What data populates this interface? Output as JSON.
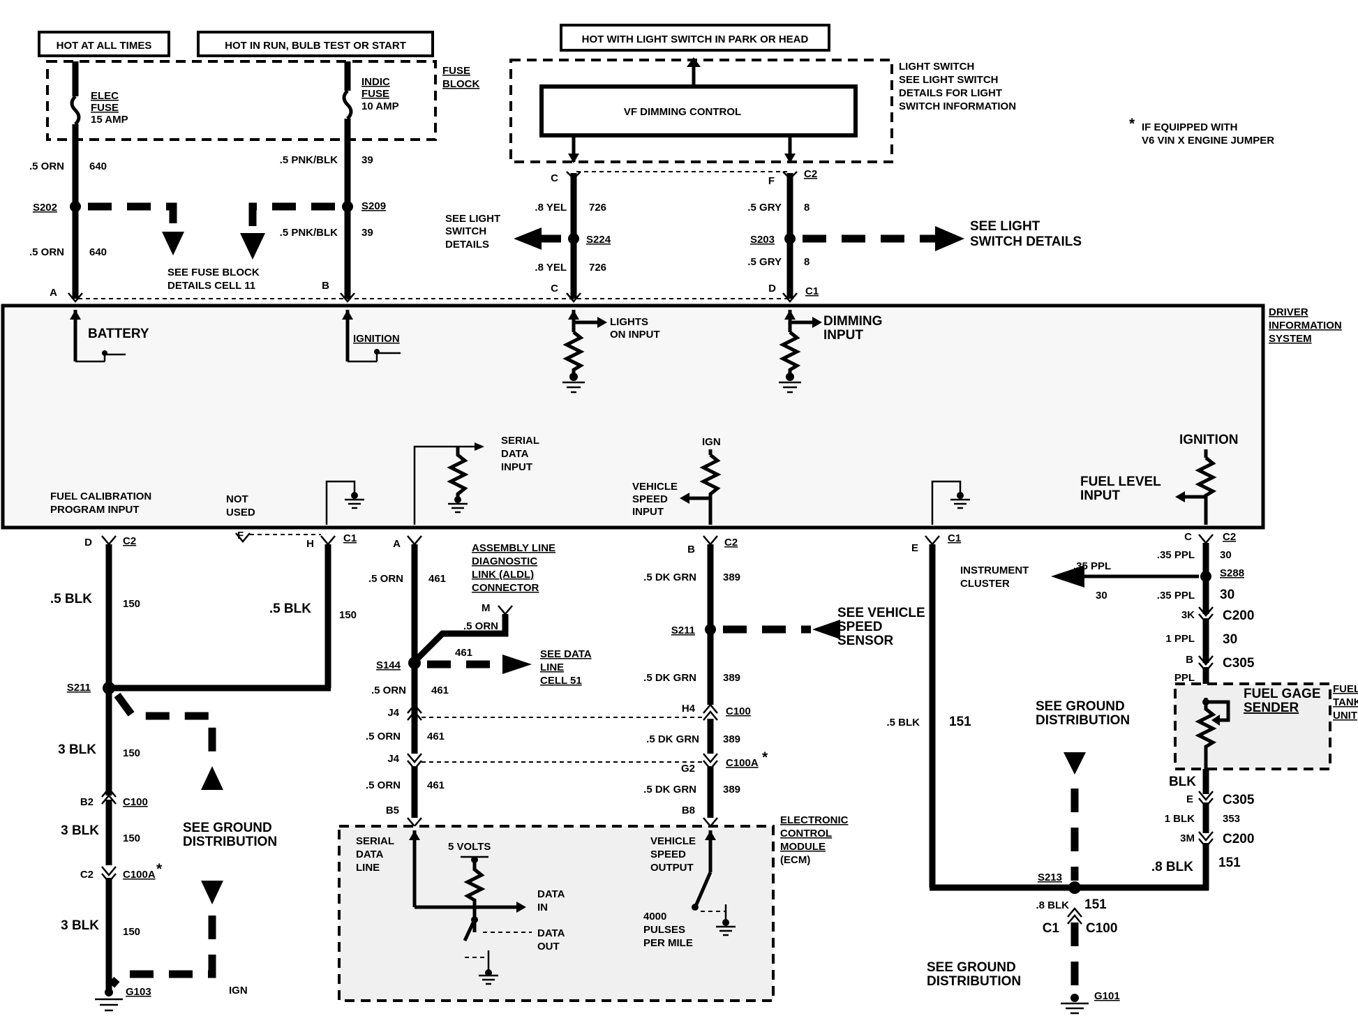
{
  "title_boxes": {
    "hot_at_all_times": "HOT AT ALL TIMES",
    "hot_in_run": "HOT IN RUN, BULB TEST OR START",
    "hot_with_light_switch": "HOT WITH LIGHT SWITCH IN PARK OR HEAD"
  },
  "fuse_block": {
    "label_1": "FUSE",
    "label_2": "BLOCK",
    "elec_fuse": [
      "ELEC",
      "FUSE",
      "15 AMP"
    ],
    "indic_fuse": [
      "INDIC",
      "FUSE",
      "10 AMP"
    ]
  },
  "light_switch": {
    "vf_dimming_control": "VF DIMMING CONTROL",
    "label": [
      "LIGHT SWITCH",
      "SEE LIGHT SWITCH",
      "DETAILS FOR LIGHT",
      "SWITCH INFORMATION"
    ]
  },
  "footnote": [
    "IF EQUIPPED WITH",
    "V6 VIN X ENGINE JUMPER"
  ],
  "footnote_star": "*",
  "wires_top": {
    "orn_640_a": ".5 ORN",
    "c640_a": "640",
    "orn_640_b": ".5 ORN",
    "c640_b": "640",
    "pnk_39_a": ".5 PNK/BLK",
    "c39_a": "39",
    "pnk_39_b": ".5 PNK/BLK",
    "c39_b": "39",
    "yel_726_a": ".8 YEL",
    "c726_a": "726",
    "yel_726_b": ".8 YEL",
    "c726_b": "726",
    "gry_8_a": ".5 GRY",
    "c8_a": "8",
    "gry_8_b": ".5 GRY",
    "c8_b": "8"
  },
  "splices": {
    "s202": "S202",
    "s209": "S209",
    "s224": "S224",
    "s203": "S203",
    "s211_left": "S211",
    "s144": "S144",
    "s211_mid": "S211",
    "s288": "S288",
    "s213": "S213"
  },
  "refs": {
    "fuse_block_details": [
      "SEE FUSE BLOCK",
      "DETAILS CELL 11"
    ],
    "light_switch_details_left": [
      "SEE LIGHT",
      "SWITCH",
      "DETAILS"
    ],
    "light_switch_details_right": [
      "SEE LIGHT",
      "SWITCH DETAILS"
    ],
    "vehicle_speed_sensor": [
      "SEE VEHICLE",
      "SPEED",
      "SENSOR"
    ],
    "data_line": [
      "SEE DATA",
      "LINE",
      "CELL 51"
    ],
    "ground_dist_left": [
      "SEE GROUND",
      "DISTRIBUTION"
    ],
    "ground_dist_right": [
      "SEE GROUND",
      "DISTRIBUTION"
    ],
    "ground_dist_bottom": [
      "SEE GROUND",
      "DISTRIBUTION"
    ]
  },
  "connector_letters": {
    "a_top": "A",
    "b_top": "B",
    "c_top1": "C",
    "c_top2": "C",
    "f_top": "F",
    "c2_top": "C2",
    "d_top": "D",
    "c1_top": "C1"
  },
  "dis": {
    "label": [
      "DRIVER",
      "INFORMATION",
      "SYSTEM"
    ],
    "battery": "BATTERY",
    "ignition": "IGNITION",
    "lights_on_input": [
      "LIGHTS",
      "ON INPUT"
    ],
    "dimming_input": [
      "DIMMING",
      "INPUT"
    ],
    "serial_data_input": [
      "SERIAL",
      "DATA",
      "INPUT"
    ],
    "ign": "IGN",
    "vehicle_speed_input": [
      "VEHICLE",
      "SPEED",
      "INPUT"
    ],
    "ignition_right": "IGNITION",
    "fuel_level_input": [
      "FUEL LEVEL",
      "INPUT"
    ],
    "fuel_calibration": [
      "FUEL CALIBRATION",
      "PROGRAM INPUT"
    ],
    "not_used": [
      "NOT",
      "USED"
    ]
  },
  "lower_connectors": {
    "d": "D",
    "c2_d": "C2",
    "f": "F",
    "h": "H",
    "c1_h": "C1",
    "a": "A",
    "b": "B",
    "c2_b": "C2",
    "e": "E",
    "c1_e": "C1",
    "c": "C",
    "c2_c": "C2"
  },
  "wires_left": {
    "blk_150_a": ".5 BLK",
    "c150_a": "150",
    "blk_150_b": ".5 BLK",
    "c150_b": "150",
    "blk3_a": "3 BLK",
    "c150_c": "150",
    "b2": "B2",
    "c100": "C100",
    "blk3_b": "3 BLK",
    "c150_d": "150",
    "c2": "C2",
    "c100a": "C100A",
    "blk3_c": "3 BLK",
    "c150_e": "150",
    "g103": "G103",
    "ign_bottom": "IGN"
  },
  "wires_mid": {
    "orn461_a": ".5 ORN",
    "c461_a": "461",
    "aldl": [
      "ASSEMBLY LINE",
      "DIAGNOSTIC",
      "LINK (ALDL)",
      "CONNECTOR"
    ],
    "m": "M",
    "orn_m": ".5 ORN",
    "c461_b": "461",
    "orn461_c": ".5 ORN",
    "c461_c": "461",
    "j4_a": "J4",
    "orn461_d": ".5 ORN",
    "c461_d": "461",
    "j4_b": "J4",
    "orn461_e": ".5 ORN",
    "c461_e": "461",
    "b5": "B5",
    "dkgrn_a": ".5 DK GRN",
    "c389_a": "389",
    "dkgrn_b": ".5 DK GRN",
    "c389_b": "389",
    "h4": "H4",
    "c100_mid": "C100",
    "dkgrn_c": ".5 DK GRN",
    "c389_c": "389",
    "g2": "G2",
    "c100a_mid": "C100A",
    "dkgrn_d": ".5 DK GRN",
    "c389_d": "389",
    "b8": "B8"
  },
  "ecm": {
    "label": [
      "ELECTRONIC",
      "CONTROL",
      "MODULE",
      "(ECM)"
    ],
    "serial_data_line": [
      "SERIAL",
      "DATA",
      "LINE"
    ],
    "five_volts": "5 VOLTS",
    "data_in": [
      "DATA",
      "IN"
    ],
    "data_out": [
      "DATA",
      "OUT"
    ],
    "vehicle_speed_output": [
      "VEHICLE",
      "SPEED",
      "OUTPUT"
    ],
    "pulses": [
      "4000",
      "PULSES",
      "PER MILE"
    ]
  },
  "wires_right": {
    "instrument_cluster": [
      "INSTRUMENT",
      "CLUSTER"
    ],
    "ppl_a": ".35 PPL",
    "c30_a": "30",
    "ppl_b": ".35 PPL",
    "c30_b": "30",
    "ppl_c": ".35 PPL",
    "c30_c": "30",
    "k3": "3K",
    "c200_a": "C200",
    "ppl_d": "1 PPL",
    "c30_d": "30",
    "b": "B",
    "c305_a": "C305",
    "ppl_e": "PPL",
    "fuel_gage_sender": [
      "FUEL GAGE",
      "SENDER"
    ],
    "fuel_tank_unit": [
      "FUEL",
      "TANK",
      "UNIT"
    ],
    "blk": "BLK",
    "e": "E",
    "c305_b": "C305",
    "blk_353": "1 BLK",
    "c353": "353",
    "m3": "3M",
    "c200_b": "C200",
    "blk8_a": ".8 BLK",
    "c151_a": "151",
    "blk5_151": ".5 BLK",
    "c151_b": "151",
    "blk8_b": ".8 BLK",
    "c151_c": "151",
    "c1": "C1",
    "c100_r": "C100",
    "g101": "G101"
  }
}
